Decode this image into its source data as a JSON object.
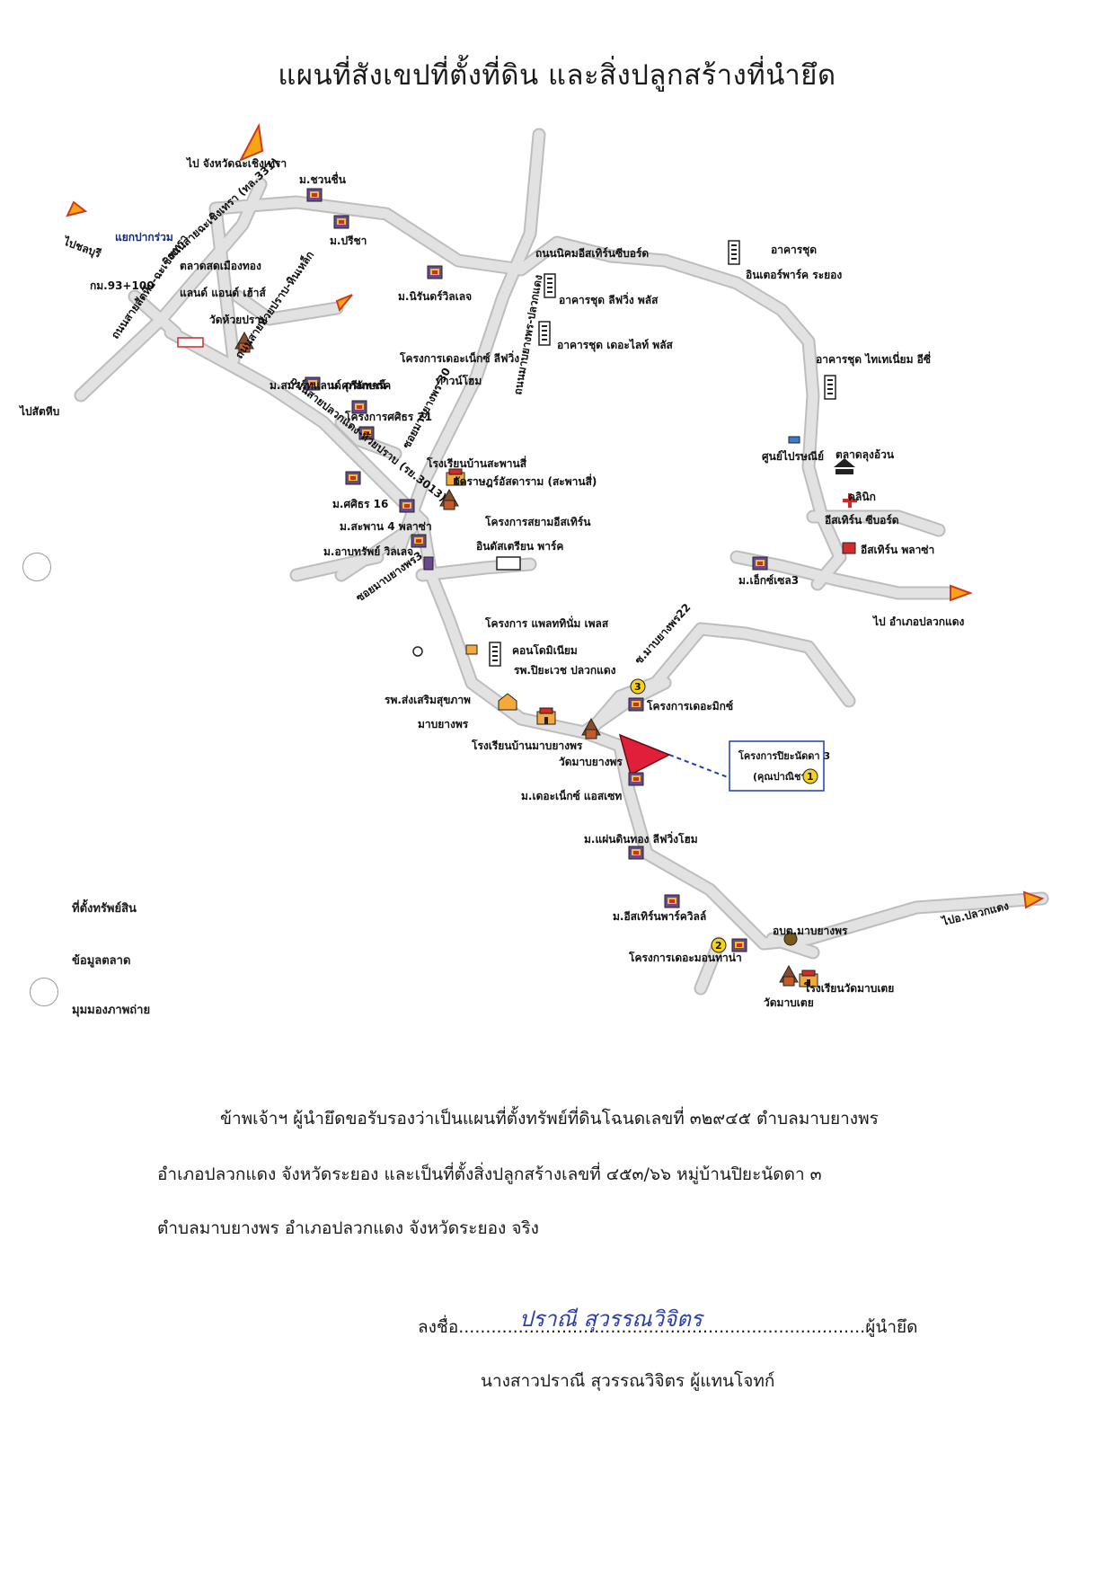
{
  "title": "แผนที่สังเขปที่ตั้งที่ดิน และสิ่งปลูกสร้างที่นำยึด",
  "map": {
    "directions": {
      "chachoengsao": "ไป จังหวัดฉะเชิงเทรา",
      "chonburi": "ไปชลบุรี",
      "plu_ak_daeng_east": "ไป อำเภอปลวกแดง",
      "plu_ak_daeng_se": "ไปอ.ปลวกแดง"
    },
    "roads": {
      "r331": "ถนนสายฉะเชิงเทรา (ทล.331)",
      "km": "กม.93+100",
      "junction": "แยกปากร่วม",
      "sattahip": "ถนนสายสัตหีบ-ฉะเชิงเทรา",
      "huai_prab": "ถนนสายห้วยปราบ-หินเหล็ก",
      "r3013": "ถนนสายปลวกแดง-ห้วยปราบ (รย.3013)",
      "eastern_seaboard": "ถนนนิคมอีสเทิร์นซีบอร์ด",
      "mab_yang_phon": "ถนนมาบยางพร-ปลวกแดง",
      "soi30": "ซอยมาบยางพร 30",
      "soi3": "ซอยมาบยางพร3",
      "soi22": "ซ.มาบยางพร22",
      "sattahip_end": "ไปสัตหีบ"
    },
    "places": {
      "m_chuanchuen": "ม.ชวนชื่น",
      "m_preecha": "ม.ปรีชา",
      "talad": "ตลาดสดเมืองทอง",
      "land_house": "แลนด์ แอนด์ เฮ้าส์",
      "wat_huai_prab": "วัดห้วยปราบ",
      "m_nirun": "ม.นิรันดร์วิลเลจ",
      "smart_land": "ม.สมาร์ทแลนด์ กรีนพาร์ค",
      "m_supalak": "ม.ศุภลักษณ์",
      "siri21": "โครงการศศิธร 21",
      "siri16": "ม.ศศิธร 16",
      "sapan4": "ม.สะพาน 4 พลาซ่า",
      "arpsap": "ม.อาบทรัพย์ วิลเลจ",
      "the_next_living": "โครงการเดอะเน็กซ์ ลีฟวิ่ง",
      "townhome": "ทาวน์โฮม",
      "school_sapan": "โรงเรียนบ้านสะพานสี่",
      "wat_sapan": "วัดราษฎร์อัสดาราม (สะพานสี่)",
      "siam_eastern": "โครงการสยามอีสเทิร์น",
      "industrial_park": "อินดัสเตรียน พาร์ค",
      "living_plus": "อาคารชุด ลีฟวิ่ง พลัส",
      "the_light_plus": "อาคารชุด เดอะไลท์ พลัส",
      "inter_park": "อาคารชุด",
      "inter_park2": "อินเตอร์พาร์ค ระยอง",
      "thai_tanium": "อาคารชุด ไทเทเนี่ยม อีซี่",
      "post_office": "ศูนย์ไปรษณีย์",
      "talad_lung": "ตลาดลุงอ้วน",
      "clinic": "คลินิก",
      "eastern_seaboard2": "อีสเทิร์น ซีบอร์ด",
      "eastern_plaza": "อีสเทิร์น พลาซ่า",
      "m_exceed3": "ม.เอ็กซ์เซล3",
      "platinum": "โครงการ แพลททินั่ม เพลส",
      "condominium": "คอนโดมิเนียม",
      "hospital": "รพ.ปิยะเวช ปลวกแดง",
      "rph": "รพ.ส่งเสริมสุขภาพ",
      "mab_yang_phon": "มาบยางพร",
      "the_mix": "โครงการเดอะมิกซ์",
      "school_mab": "โรงเรียนบ้านมาบยางพร",
      "wat_mab": "วัดมาบยางพร",
      "the_next_ace": "ม.เดอะเน็กซ์ แอสเซท",
      "m_paendin": "ม.แผ่นดินทอง ลีฟวิ่งโฮม",
      "m_eastern_park": "ม.อีสเทิร์นพาร์ควิลล์",
      "the_monaco": "โครงการเดอะมอนทาน่า",
      "obt": "อบต.มาบยางพร",
      "school_wat_mab_tao": "โรงเรียนวัดมาบเตย",
      "wat_mab_tao": "วัดมาบเตย"
    },
    "subject_box": {
      "line1": "โครงการปิยะนัดดา 3",
      "line2": "(คุณปาณิชา)",
      "marker": "1"
    },
    "markers": {
      "m2": "2",
      "m3": "3"
    },
    "colors": {
      "road": "#d9d9d9",
      "road_edge": "#bdbdbd",
      "arrow": "#f5a416",
      "subject": "#e0203a",
      "marker": "#f6d21a"
    }
  },
  "legend": {
    "item1": "ที่ตั้งทรัพย์สิน",
    "item2": "ข้อมูลตลาด",
    "item3": "มุมมองภาพถ่าย"
  },
  "statement": {
    "line1": "ข้าพเจ้าฯ ผู้นำยึดขอรับรองว่าเป็นแผนที่ตั้งทรัพย์ที่ดินโฉนดเลขที่ ๓๒๙๔๕ ตำบลมาบยางพร",
    "line2": "อำเภอปลวกแดง จังหวัดระยอง และเป็นที่ตั้งสิ่งปลูกสร้างเลขที่ ๔๕๓/๖๖ หมู่บ้านปิยะนัดดา ๓",
    "line3": "ตำบลมาบยางพร อำเภอปลวกแดง จังหวัดระยอง จริง"
  },
  "signature": {
    "line": "ลงชื่อ...........................................................................ผู้นำยึด",
    "handwritten": "ปราณี สุวรรณวิจิตร",
    "name": "นางสาวปราณี สุวรรณวิจิตร ผู้แทนโจทก์"
  }
}
